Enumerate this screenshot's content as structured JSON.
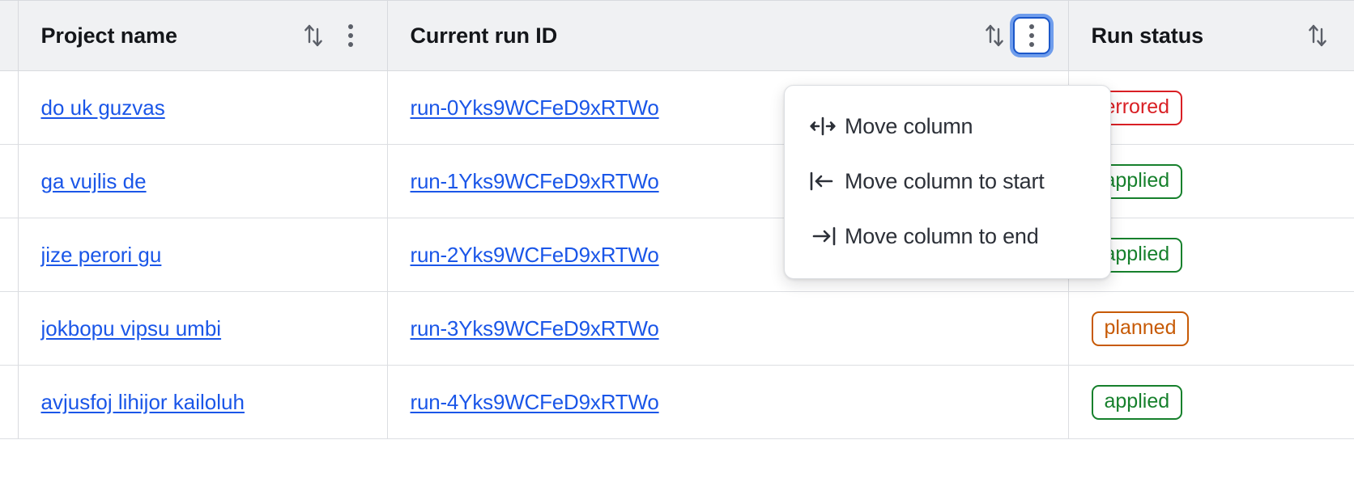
{
  "table": {
    "columns": [
      {
        "key": "project_name",
        "label": "Project name",
        "sort_icon": "sort-updown-icon",
        "menu_icon": "kebab-menu-icon",
        "has_menu_button": true,
        "menu_focused": false
      },
      {
        "key": "current_run_id",
        "label": "Current run ID",
        "sort_icon": "sort-updown-icon",
        "menu_icon": "kebab-menu-icon",
        "has_menu_button": true,
        "menu_focused": true
      },
      {
        "key": "run_status",
        "label": "Run status",
        "sort_icon": "sort-updown-icon",
        "has_menu_button": false,
        "menu_focused": false
      }
    ],
    "rows": [
      {
        "project_name": "do uk guzvas",
        "current_run_id": "run-0Yks9WCFeD9xRTWo",
        "run_status": "errored",
        "status_kind": "errored"
      },
      {
        "project_name": "ga vujlis de",
        "current_run_id": "run-1Yks9WCFeD9xRTWo",
        "run_status": "applied",
        "status_kind": "applied"
      },
      {
        "project_name": "jize perori gu",
        "current_run_id": "run-2Yks9WCFeD9xRTWo",
        "run_status": "applied",
        "status_kind": "applied"
      },
      {
        "project_name": "jokbopu vipsu umbi",
        "current_run_id": "run-3Yks9WCFeD9xRTWo",
        "run_status": "planned",
        "status_kind": "planned"
      },
      {
        "project_name": "avjusfoj lihijor kailoluh",
        "current_run_id": "run-4Yks9WCFeD9xRTWo",
        "run_status": "applied",
        "status_kind": "applied"
      }
    ]
  },
  "column_menu": {
    "open_for_column": "Current run ID",
    "items": [
      {
        "label": "Move column",
        "icon": "move-column-icon"
      },
      {
        "label": "Move column to start",
        "icon": "move-to-start-icon"
      },
      {
        "label": "Move column to end",
        "icon": "move-to-end-icon"
      }
    ]
  },
  "colors": {
    "link": "#1a56e8",
    "header_bg": "#f0f1f3",
    "border": "#dcdee2",
    "status_errored": "#d91f24",
    "status_applied": "#16802c",
    "status_planned": "#c75a05",
    "focus_ring": "#6f9dec",
    "focus_border": "#1b57c9"
  }
}
